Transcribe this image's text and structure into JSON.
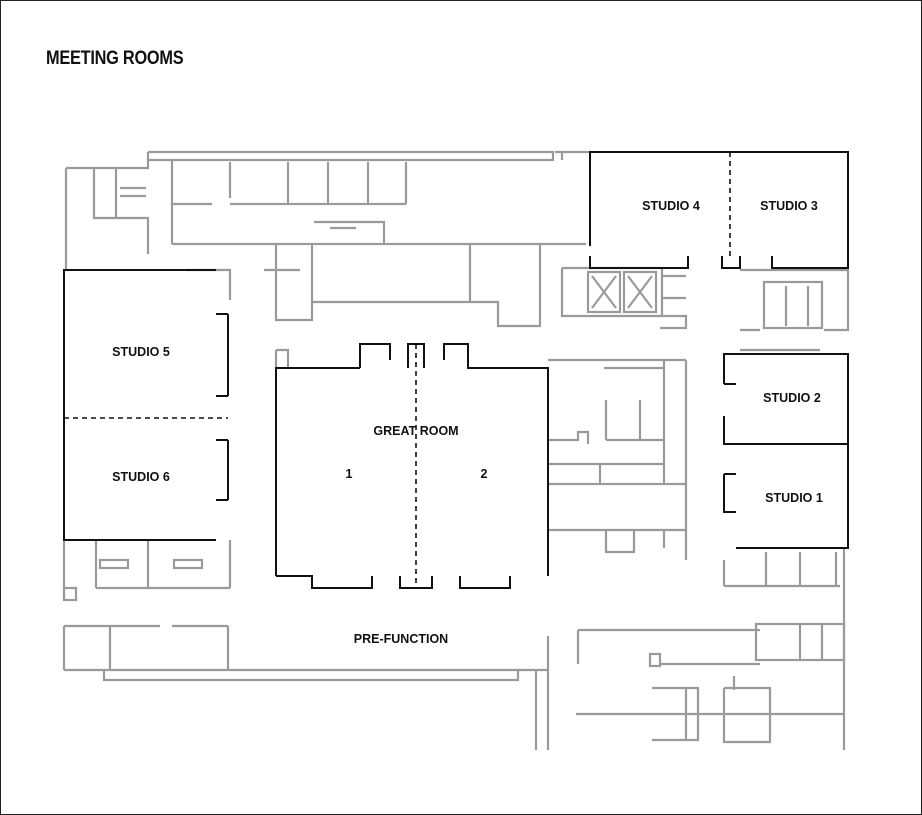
{
  "page": {
    "title": "MEETING ROOMS"
  },
  "rooms": {
    "studio_4": "STUDIO 4",
    "studio_3": "STUDIO 3",
    "studio_5": "STUDIO 5",
    "studio_6": "STUDIO 6",
    "studio_2": "STUDIO 2",
    "studio_1": "STUDIO 1",
    "great_room": "GREAT ROOM",
    "great_room_1": "1",
    "great_room_2": "2",
    "pre_function": "PRE-FUNCTION"
  }
}
